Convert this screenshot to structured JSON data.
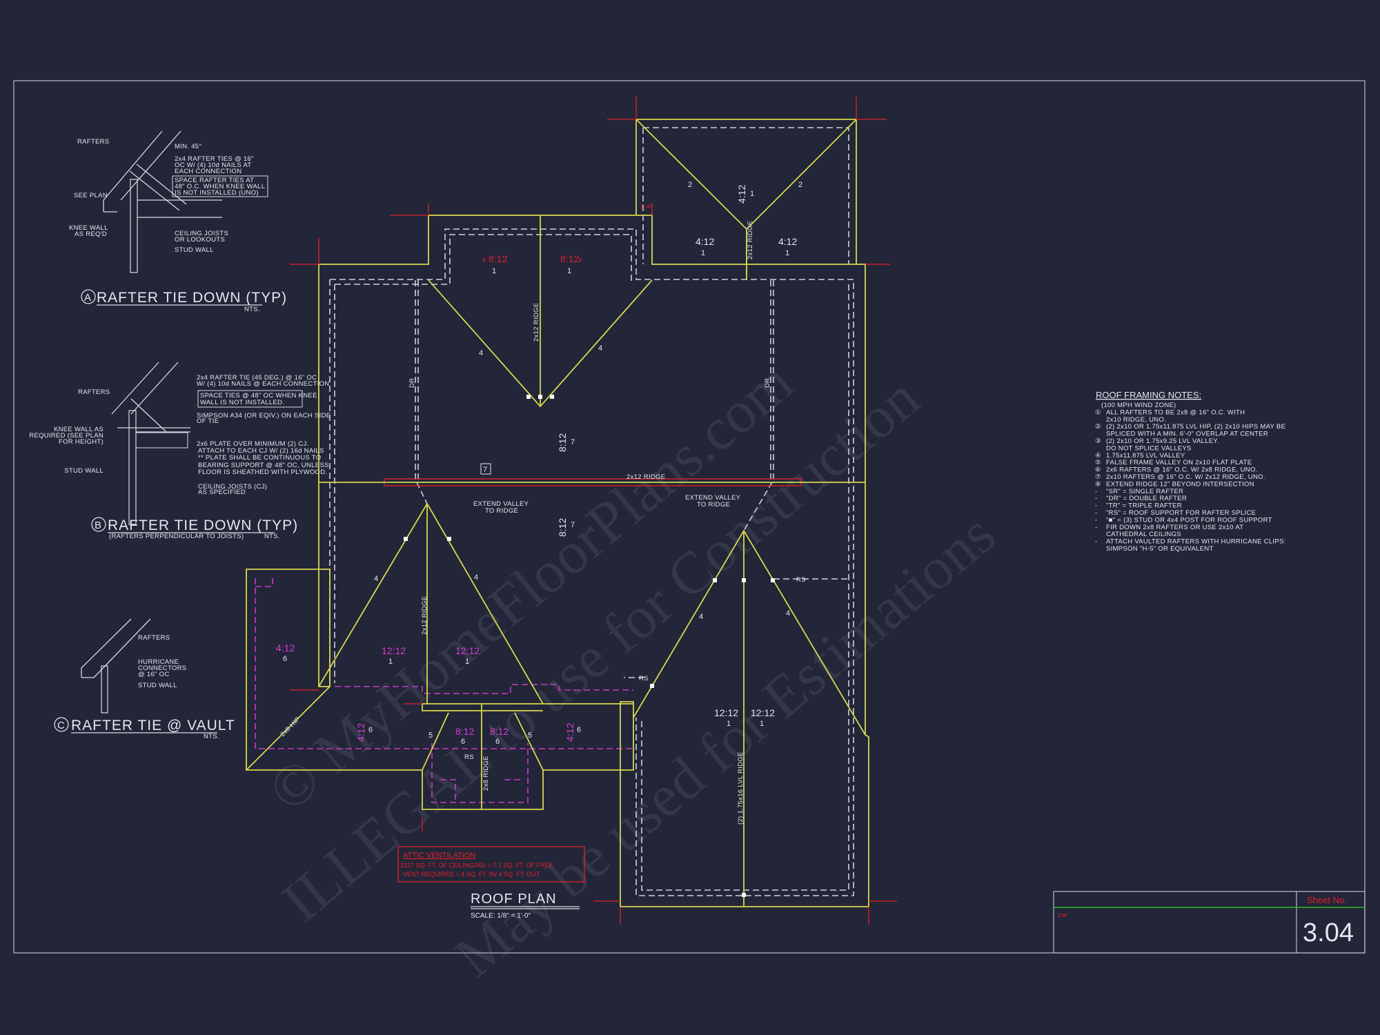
{
  "colors": {
    "background": "#232638",
    "line": "#d6d94c",
    "dimension": "#e0202c",
    "vault": "#d83ad8",
    "text": "#e4e6ee"
  },
  "watermarks": [
    "© MyHomeFloorPlans.com",
    "ILLEGAL to use for Construction",
    "May be used for Estimations"
  ],
  "detail_a": {
    "title": "RAFTER TIE DOWN (TYP)",
    "marker": "A",
    "scale": "NTS.",
    "labels": {
      "rafters": "RAFTERS",
      "min": "MIN. 45°",
      "ties_1": "2x4 RAFTER TIES @ 16\"",
      "ties_2": "OC W/ (4) 10d NAILS AT",
      "ties_3": "EACH CONNECTION",
      "box_1": "SPACE RAFTER TIES AT",
      "box_2": "48\" O.C. WHEN KNEE WALL",
      "box_3": "IS NOT INSTALLED (UNO)",
      "see_plan": "SEE PLAN",
      "knee_1": "KNEE WALL",
      "knee_2": "AS REQ'D",
      "cj_1": "CEILING JOISTS",
      "cj_2": "OR LOOKOUTS",
      "stud": "STUD WALL"
    }
  },
  "detail_b": {
    "title": "RAFTER TIE DOWN (TYP)",
    "marker": "B",
    "subtitle": "(RAFTERS PERPENDICULAR TO JOISTS)",
    "scale": "NTS.",
    "labels": {
      "rafters": "RAFTERS",
      "tie_1": "2x4 RAFTER TIE (45 DEG.) @ 16\" OC",
      "tie_2": "W/ (4) 10d NAILS @ EACH CONNECTION",
      "box_1": "SPACE TIES @ 48\" OC WHEN KNEE",
      "box_2": "WALL IS NOT INSTALLED.",
      "simpson_1": "SIMPSON A34 (OR EQIV.) ON EACH SIDE",
      "simpson_2": "OF TIE",
      "knee_1": "KNEE WALL AS",
      "knee_2": "REQUIRED (SEE PLAN",
      "knee_3": "FOR HEIGHT)",
      "plate_1": "2x6 PLATE OVER MINIMUM (2) CJ.",
      "plate_2": "ATTACH TO EACH CJ W/ (2) 16d NAILS",
      "plate_3": "** PLATE SHALL BE CONTINUOUS TO",
      "plate_4": "BEARING SUPPORT @ 48\" OC, UNLESS",
      "plate_5": "FLOOR IS SHEATHED WITH PLYWOOD.",
      "stud": "STUD WALL",
      "cj_1": "CEILING JOISTS (CJ)",
      "cj_2": "AS SPECIFIED"
    }
  },
  "detail_c": {
    "title": "RAFTER TIE @ VAULT",
    "marker": "C",
    "scale": "NTS.",
    "labels": {
      "rafters": "RAFTERS",
      "hc_1": "HURRICANE",
      "hc_2": "CONNECTORS",
      "hc_3": "@ 16\" OC",
      "stud": "STUD WALL"
    }
  },
  "plan": {
    "title": "ROOF PLAN",
    "scale": "SCALE: 1/8\" = 1'-0\"",
    "labels": {
      "ridge_upper": "2x12 RIDGE",
      "ridge_main": "2x12 RIDGE",
      "ridge_top_wing": "2x12 RIDGE",
      "ridge_lower_left": "2x12 RIDGE",
      "ridge_bottom": "2x8 RIDGE",
      "ridge_lvl": "(2) 1.75x16 LVL RIDGE",
      "dr": "DR",
      "hip_2x8": "2x8 HIP",
      "rs": "RS",
      "extend_1": "EXTEND VALLEY",
      "extend_2": "TO RIDGE",
      "note_box": "7",
      "dim_1": "1'-4\""
    },
    "slopes": {
      "s812": "8:12",
      "s412": "4:12",
      "s1212": "12:12"
    },
    "refs": {
      "r1": "1",
      "r2": "2",
      "r4": "4",
      "r5": "5",
      "r6": "6",
      "r7": "7"
    }
  },
  "attic": {
    "title": "ATTIC VENTILATION",
    "line_1": "2127 SQ. FT. OF CEILING/300 = 7.1 SQ. FT. OF FREE",
    "line_2": "VENT REQUIRED = 4 SQ. FT. IN/ 4 SQ. FT. OUT"
  },
  "notes": {
    "title": "ROOF FRAMING NOTES:",
    "lines": [
      {
        "m": "",
        "t": "(100 MPH WIND ZONE)"
      },
      {
        "m": "①",
        "t": "ALL RAFTERS TO BE 2x8 @ 16\" O.C. WITH"
      },
      {
        "m": "",
        "t": "2x10 RIDGE, UNO."
      },
      {
        "m": "②",
        "t": "(2) 2x10 OR 1.75x11.875 LVL HIP, (2) 2x10 HIPS MAY BE"
      },
      {
        "m": "",
        "t": "SPLICED WITH A MIN. 6'-0\" OVERLAP AT CENTER"
      },
      {
        "m": "③",
        "t": "(2) 2x10 OR 1.75x9.25 LVL VALLEY."
      },
      {
        "m": "",
        "t": "DO NOT SPLICE VALLEYS"
      },
      {
        "m": "④",
        "t": "1.75x11.875 LVL VALLEY"
      },
      {
        "m": "⑤",
        "t": "FALSE FRAME VALLEY ON 2x10 FLAT PLATE"
      },
      {
        "m": "⑥",
        "t": "2x6 RAFTERS @ 16\" O.C. W/ 2x8 RIDGE, UNO."
      },
      {
        "m": "⑦",
        "t": "2x10 RAFTERS @ 16\" O.C. W/ 2x12 RIDGE, UNO."
      },
      {
        "m": "⑧",
        "t": "EXTEND RIDGE 12\" BEYOND INTERSECTION"
      },
      {
        "m": "-",
        "t": "\"SR\" = SINGLE RAFTER"
      },
      {
        "m": "-",
        "t": "\"DR\" = DOUBLE RAFTER"
      },
      {
        "m": "-",
        "t": "\"TR\" = TRIPLE RAFTER"
      },
      {
        "m": "-",
        "t": "\"RS\" = ROOF SUPPORT FOR RAFTER SPLICE"
      },
      {
        "m": "-",
        "t": "\"■\" = (3) STUD OR 4x4 POST FOR ROOF SUPPORT"
      },
      {
        "m": "-",
        "t": "FIR DOWN 2x8 RAFTERS OR USE 2x10 AT"
      },
      {
        "m": "",
        "t": "CATHEDRAL CEILINGS"
      },
      {
        "m": "-",
        "t": "ATTACH VAULTED RAFTERS WITH HURRICANE CLIPS:"
      },
      {
        "m": "",
        "t": "SIMPSON \"H-5\" OR EQUIVALENT"
      }
    ]
  },
  "title_block": {
    "job_label": "JOB",
    "sheet_label": "Sheet No.",
    "sheet_number": "3.04"
  }
}
